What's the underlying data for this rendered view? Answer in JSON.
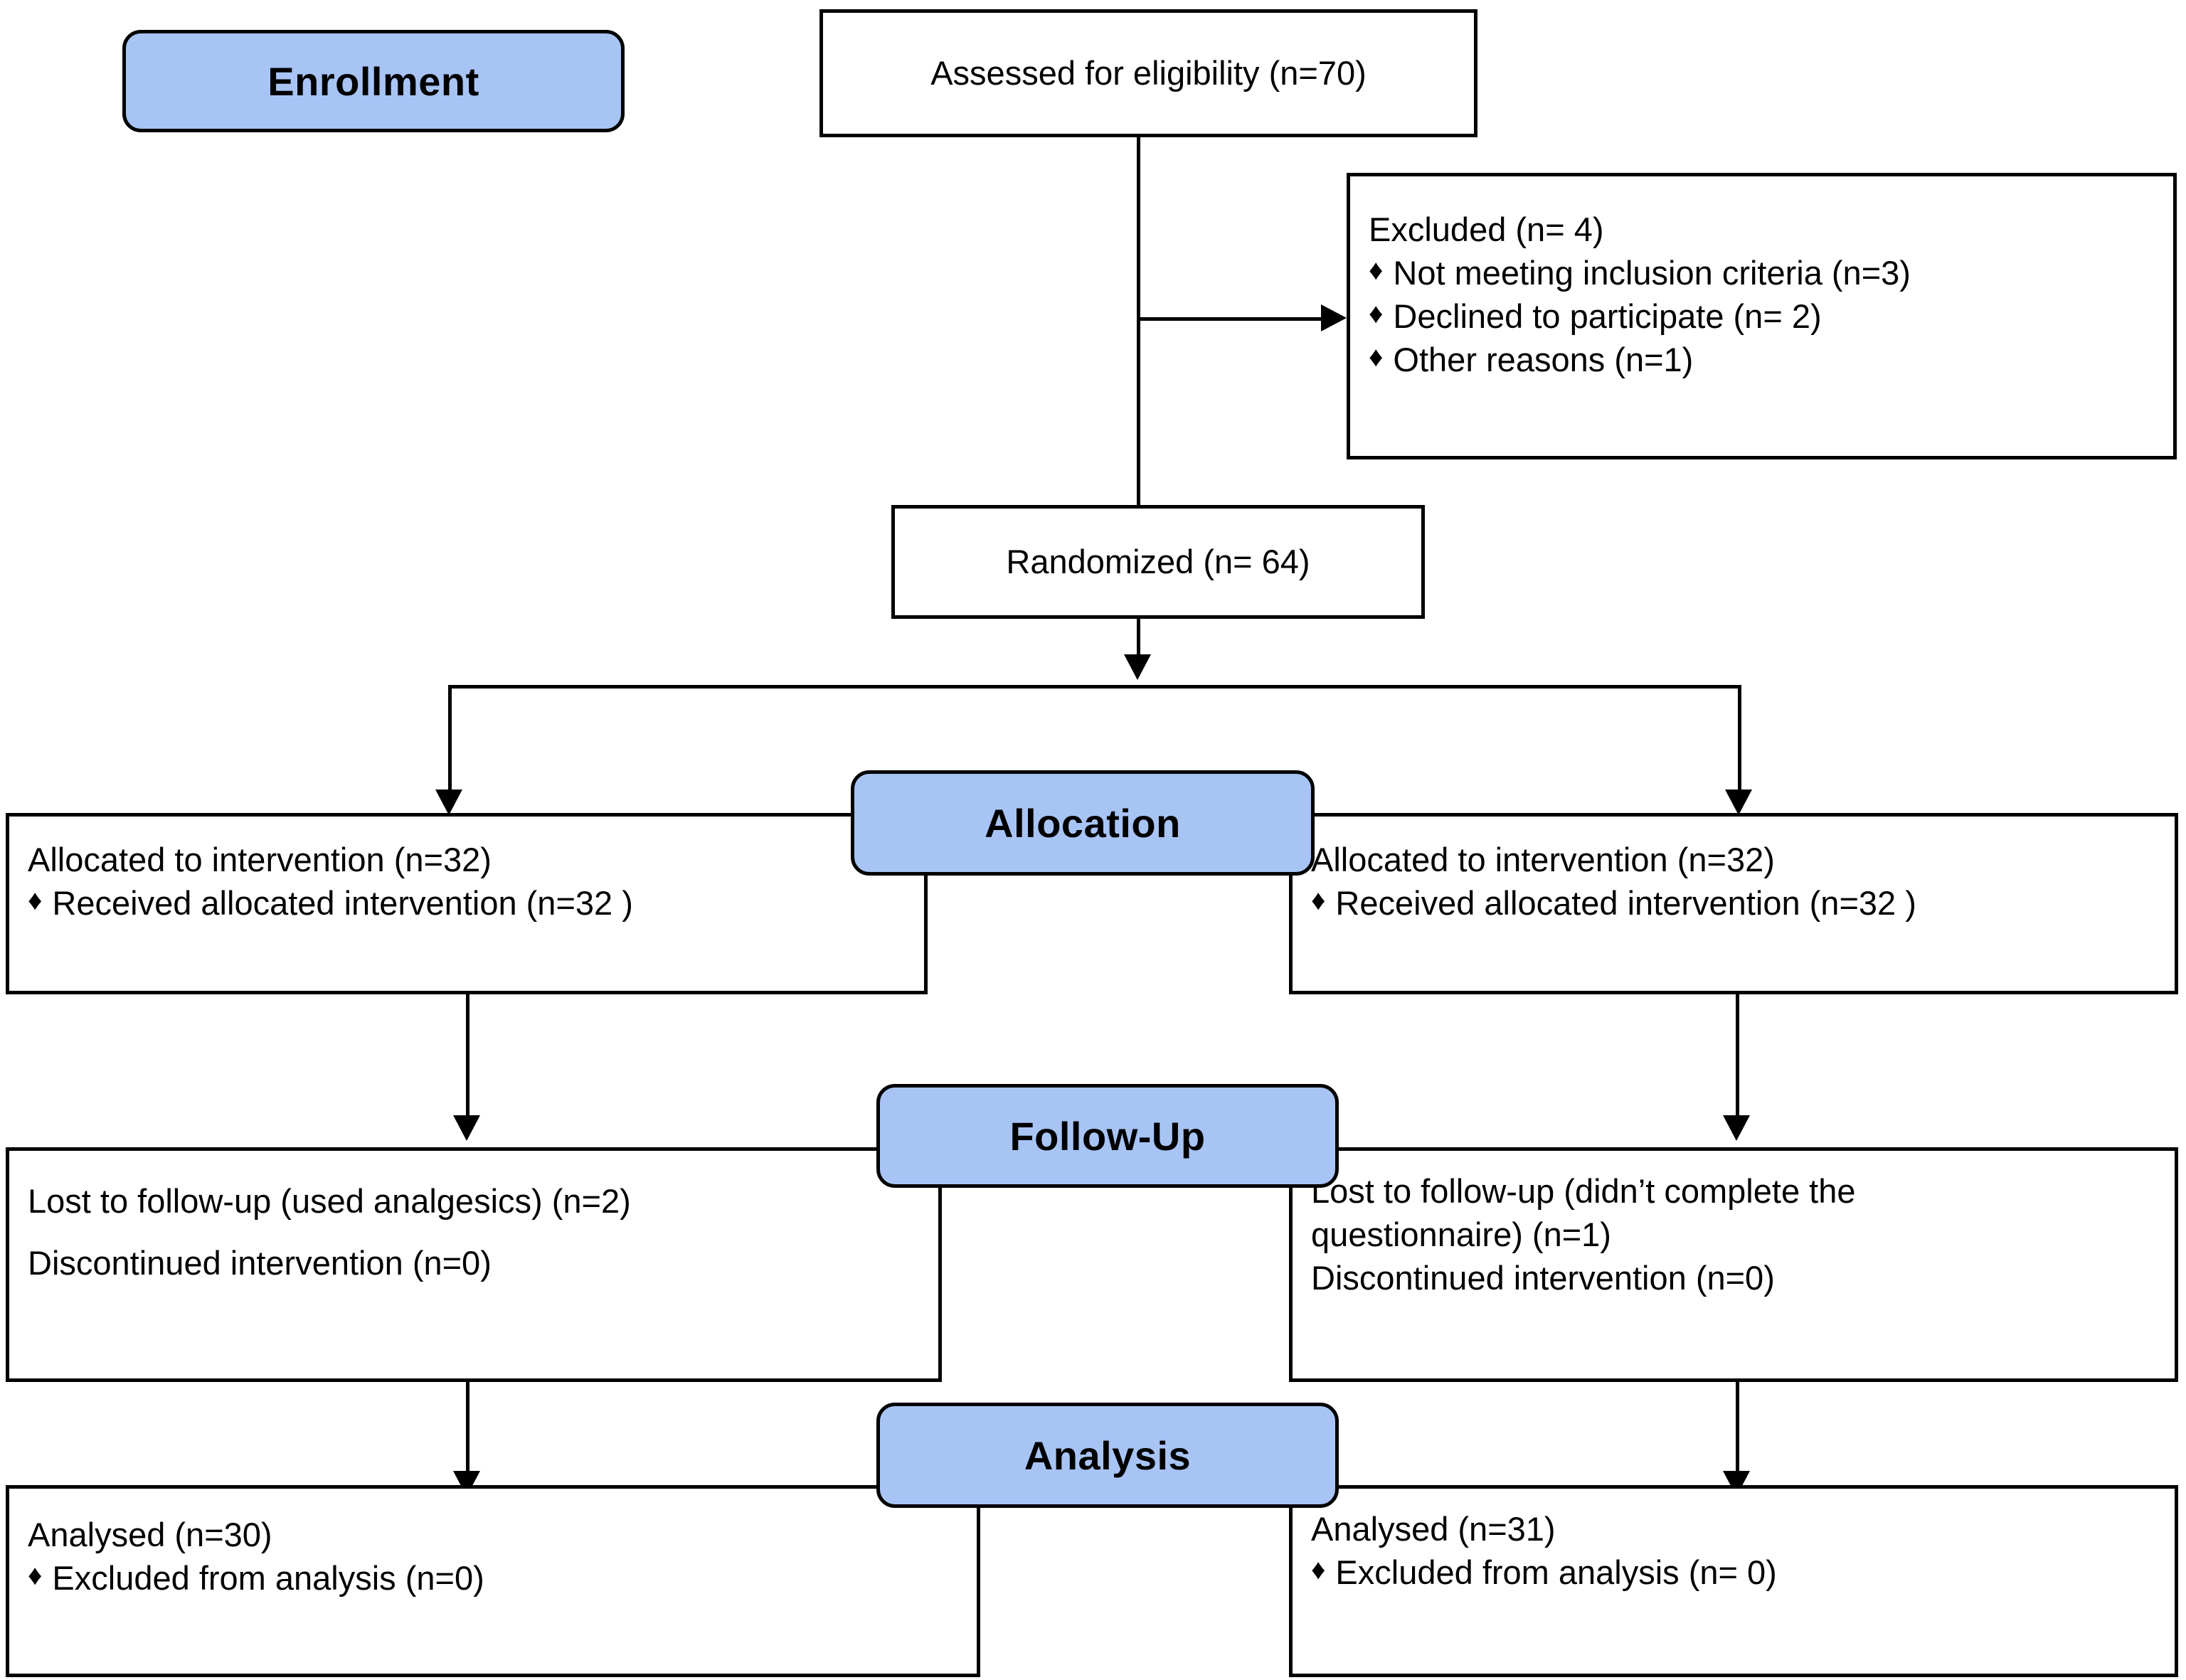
{
  "diagram": {
    "type": "consort-flow-diagram",
    "colors": {
      "stage_label_fill": "#a8c4f5",
      "stroke": "#000000",
      "box_fill": "#ffffff"
    },
    "bullet_glyph": "♦"
  },
  "stages": {
    "enrollment": "Enrollment",
    "allocation": "Allocation",
    "follow_up": "Follow-Up",
    "analysis": "Analysis"
  },
  "nodes": {
    "assessed": {
      "text": "Assessed for eligibility (n=70)"
    },
    "excluded": {
      "title": "Excluded (n= 4)",
      "items": [
        "Not meeting inclusion criteria (n=3)",
        "Declined to participate (n= 2)",
        "Other reasons (n=1)"
      ]
    },
    "randomized": {
      "text": "Randomized (n= 64)"
    },
    "allocation_left": {
      "title": "Allocated to intervention (n=32)",
      "items": [
        "Received allocated intervention (n=32 )"
      ]
    },
    "allocation_right": {
      "title": "Allocated to intervention (n=32)",
      "items": [
        "Received allocated intervention (n=32  )"
      ]
    },
    "followup_left": {
      "line1": "Lost to follow-up (used analgesics) (n=2)",
      "line2": "Discontinued intervention (n=0)"
    },
    "followup_right": {
      "line1": "Lost to follow-up (didn’t complete the",
      "line2": "questionnaire) (n=1)",
      "line3": "Discontinued intervention (n=0)"
    },
    "analysis_left": {
      "title": "Analysed (n=30)",
      "items": [
        "Excluded from analysis (n=0)"
      ]
    },
    "analysis_right": {
      "title": "Analysed (n=31)",
      "items": [
        "Excluded from analysis (n= 0)"
      ]
    }
  }
}
